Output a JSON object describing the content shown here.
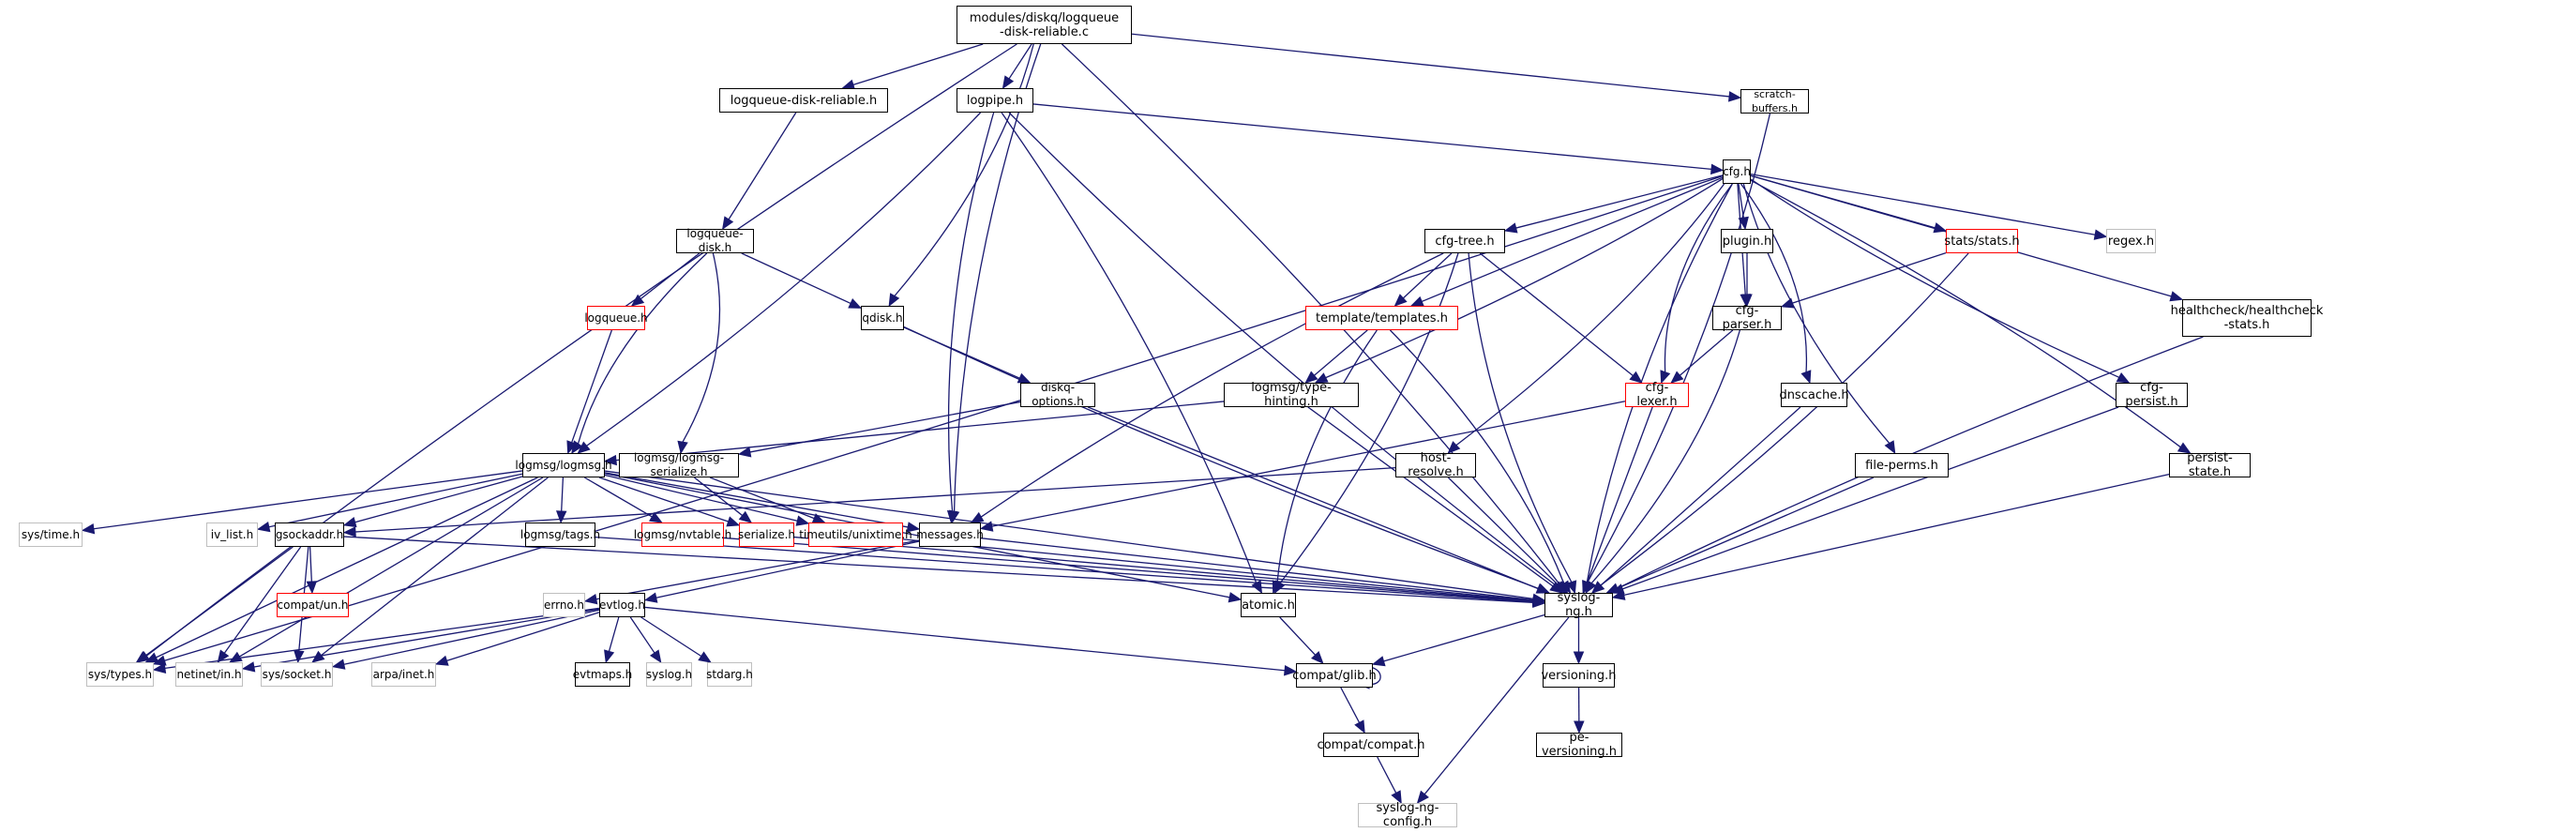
{
  "title": "modules/diskq/logqueue-disk-reliable.c include dependency graph",
  "colors": {
    "edge": "#191970",
    "root_fill": "#bfbfbf",
    "red_border": "#ff0000",
    "gray_border": "#bfbfbf",
    "black_border": "#000000"
  },
  "nodes": [
    {
      "id": "root",
      "label": "modules/diskq/logqueue\n-disk-reliable.c",
      "style": "root"
    },
    {
      "id": "lqdr",
      "label": "logqueue-disk-reliable.h",
      "style": "black"
    },
    {
      "id": "logpipe",
      "label": "logpipe.h",
      "style": "black"
    },
    {
      "id": "scratch",
      "label": "scratch-buffers.h",
      "style": "black"
    },
    {
      "id": "cfg",
      "label": "cfg.h",
      "style": "black"
    },
    {
      "id": "lqd",
      "label": "logqueue-disk.h",
      "style": "black"
    },
    {
      "id": "cfgtree",
      "label": "cfg-tree.h",
      "style": "black"
    },
    {
      "id": "plugin",
      "label": "plugin.h",
      "style": "black"
    },
    {
      "id": "stats",
      "label": "stats/stats.h",
      "style": "red"
    },
    {
      "id": "regex",
      "label": "regex.h",
      "style": "gray"
    },
    {
      "id": "logqueue",
      "label": "logqueue.h",
      "style": "red"
    },
    {
      "id": "qdisk",
      "label": "qdisk.h",
      "style": "black"
    },
    {
      "id": "templates",
      "label": "template/templates.h",
      "style": "red"
    },
    {
      "id": "cfgparser",
      "label": "cfg-parser.h",
      "style": "black"
    },
    {
      "id": "health",
      "label": "healthcheck/healthcheck\n-stats.h",
      "style": "black"
    },
    {
      "id": "diskqopt",
      "label": "diskq-options.h",
      "style": "black"
    },
    {
      "id": "typehint",
      "label": "logmsg/type-hinting.h",
      "style": "black"
    },
    {
      "id": "cfglexer",
      "label": "cfg-lexer.h",
      "style": "red"
    },
    {
      "id": "dnscache",
      "label": "dnscache.h",
      "style": "black"
    },
    {
      "id": "cfgpersist",
      "label": "cfg-persist.h",
      "style": "black"
    },
    {
      "id": "logmsg",
      "label": "logmsg/logmsg.h",
      "style": "black"
    },
    {
      "id": "lmserial",
      "label": "logmsg/logmsg-serialize.h",
      "style": "black"
    },
    {
      "id": "hostres",
      "label": "host-resolve.h",
      "style": "black"
    },
    {
      "id": "fileperms",
      "label": "file-perms.h",
      "style": "black"
    },
    {
      "id": "persist",
      "label": "persist-state.h",
      "style": "black"
    },
    {
      "id": "systime",
      "label": "sys/time.h",
      "style": "gray"
    },
    {
      "id": "ivlist",
      "label": "iv_list.h",
      "style": "gray"
    },
    {
      "id": "gsock",
      "label": "gsockaddr.h",
      "style": "black"
    },
    {
      "id": "tags",
      "label": "logmsg/tags.h",
      "style": "black"
    },
    {
      "id": "nvtable",
      "label": "logmsg/nvtable.h",
      "style": "red"
    },
    {
      "id": "serialize",
      "label": "serialize.h",
      "style": "red"
    },
    {
      "id": "unixtime",
      "label": "timeutils/unixtime.h",
      "style": "red"
    },
    {
      "id": "messages",
      "label": "messages.h",
      "style": "black"
    },
    {
      "id": "compatun",
      "label": "compat/un.h",
      "style": "red"
    },
    {
      "id": "errno",
      "label": "errno.h",
      "style": "gray"
    },
    {
      "id": "evtlog",
      "label": "evtlog.h",
      "style": "black"
    },
    {
      "id": "atomic",
      "label": "atomic.h",
      "style": "black"
    },
    {
      "id": "syslogng",
      "label": "syslog-ng.h",
      "style": "black"
    },
    {
      "id": "systypes",
      "label": "sys/types.h",
      "style": "gray"
    },
    {
      "id": "netinet",
      "label": "netinet/in.h",
      "style": "gray"
    },
    {
      "id": "syssocket",
      "label": "sys/socket.h",
      "style": "gray"
    },
    {
      "id": "arpainet",
      "label": "arpa/inet.h",
      "style": "gray"
    },
    {
      "id": "evtmaps",
      "label": "evtmaps.h",
      "style": "black"
    },
    {
      "id": "syslogh",
      "label": "syslog.h",
      "style": "gray"
    },
    {
      "id": "stdarg",
      "label": "stdarg.h",
      "style": "gray"
    },
    {
      "id": "glib",
      "label": "compat/glib.h",
      "style": "black"
    },
    {
      "id": "compat",
      "label": "compat/compat.h",
      "style": "black"
    },
    {
      "id": "versioning",
      "label": "versioning.h",
      "style": "black"
    },
    {
      "id": "peversioning",
      "label": "pe-versioning.h",
      "style": "black"
    },
    {
      "id": "config",
      "label": "syslog-ng-config.h",
      "style": "gray"
    }
  ],
  "edges": [
    [
      "root",
      "lqdr"
    ],
    [
      "root",
      "logpipe"
    ],
    [
      "root",
      "scratch"
    ],
    [
      "root",
      "qdisk"
    ],
    [
      "root",
      "messages"
    ],
    [
      "root",
      "syslogng"
    ],
    [
      "root",
      "systypes"
    ],
    [
      "lqdr",
      "lqd"
    ],
    [
      "logpipe",
      "cfg"
    ],
    [
      "logpipe",
      "logmsg"
    ],
    [
      "logpipe",
      "messages"
    ],
    [
      "logpipe",
      "atomic"
    ],
    [
      "logpipe",
      "syslogng"
    ],
    [
      "scratch",
      "syslogng"
    ],
    [
      "cfg",
      "cfgtree"
    ],
    [
      "cfg",
      "plugin"
    ],
    [
      "cfg",
      "stats"
    ],
    [
      "cfg",
      "regex"
    ],
    [
      "cfg",
      "templates"
    ],
    [
      "cfg",
      "cfgparser"
    ],
    [
      "cfg",
      "health"
    ],
    [
      "cfg",
      "typehint"
    ],
    [
      "cfg",
      "cfglexer"
    ],
    [
      "cfg",
      "dnscache"
    ],
    [
      "cfg",
      "cfgpersist"
    ],
    [
      "cfg",
      "hostres"
    ],
    [
      "cfg",
      "fileperms"
    ],
    [
      "cfg",
      "persist"
    ],
    [
      "cfg",
      "syslogng"
    ],
    [
      "cfg",
      "systypes"
    ],
    [
      "lqd",
      "logqueue"
    ],
    [
      "lqd",
      "qdisk"
    ],
    [
      "lqd",
      "logmsg"
    ],
    [
      "lqd",
      "lmserial"
    ],
    [
      "cfgtree",
      "templates"
    ],
    [
      "cfgtree",
      "cfglexer"
    ],
    [
      "cfgtree",
      "messages"
    ],
    [
      "cfgtree",
      "atomic"
    ],
    [
      "cfgtree",
      "syslogng"
    ],
    [
      "plugin",
      "cfgparser"
    ],
    [
      "stats",
      "cfgparser"
    ],
    [
      "stats",
      "syslogng"
    ],
    [
      "logqueue",
      "logmsg"
    ],
    [
      "qdisk",
      "diskqopt"
    ],
    [
      "qdisk",
      "syslogng"
    ],
    [
      "templates",
      "typehint"
    ],
    [
      "templates",
      "atomic"
    ],
    [
      "templates",
      "syslogng"
    ],
    [
      "cfgparser",
      "cfglexer"
    ],
    [
      "cfgparser",
      "syslogng"
    ],
    [
      "health",
      "syslogng"
    ],
    [
      "diskqopt",
      "lmserial"
    ],
    [
      "diskqopt",
      "syslogng"
    ],
    [
      "typehint",
      "logmsg"
    ],
    [
      "typehint",
      "syslogng"
    ],
    [
      "cfglexer",
      "messages"
    ],
    [
      "cfglexer",
      "syslogng"
    ],
    [
      "dnscache",
      "syslogng"
    ],
    [
      "cfgpersist",
      "syslogng"
    ],
    [
      "logmsg",
      "systime"
    ],
    [
      "logmsg",
      "ivlist"
    ],
    [
      "logmsg",
      "gsock"
    ],
    [
      "logmsg",
      "tags"
    ],
    [
      "logmsg",
      "nvtable"
    ],
    [
      "logmsg",
      "serialize"
    ],
    [
      "logmsg",
      "unixtime"
    ],
    [
      "logmsg",
      "messages"
    ],
    [
      "logmsg",
      "atomic"
    ],
    [
      "logmsg",
      "syslogng"
    ],
    [
      "logmsg",
      "systypes"
    ],
    [
      "logmsg",
      "netinet"
    ],
    [
      "logmsg",
      "syssocket"
    ],
    [
      "lmserial",
      "serialize"
    ],
    [
      "lmserial",
      "unixtime"
    ],
    [
      "hostres",
      "gsock"
    ],
    [
      "hostres",
      "syslogng"
    ],
    [
      "fileperms",
      "syslogng"
    ],
    [
      "persist",
      "syslogng"
    ],
    [
      "gsock",
      "compatun"
    ],
    [
      "gsock",
      "systypes"
    ],
    [
      "gsock",
      "netinet"
    ],
    [
      "gsock",
      "syssocket"
    ],
    [
      "gsock",
      "syslogng"
    ],
    [
      "tags",
      "syslogng"
    ],
    [
      "nvtable",
      "syslogng"
    ],
    [
      "serialize",
      "syslogng"
    ],
    [
      "unixtime",
      "syslogng"
    ],
    [
      "messages",
      "errno"
    ],
    [
      "messages",
      "evtlog"
    ],
    [
      "messages",
      "syslogng"
    ],
    [
      "evtlog",
      "systypes"
    ],
    [
      "evtlog",
      "netinet"
    ],
    [
      "evtlog",
      "syssocket"
    ],
    [
      "evtlog",
      "arpainet"
    ],
    [
      "evtlog",
      "evtmaps"
    ],
    [
      "evtlog",
      "syslogh"
    ],
    [
      "evtlog",
      "stdarg"
    ],
    [
      "evtlog",
      "glib"
    ],
    [
      "atomic",
      "glib"
    ],
    [
      "syslogng",
      "glib"
    ],
    [
      "syslogng",
      "versioning"
    ],
    [
      "syslogng",
      "config"
    ],
    [
      "glib",
      "glib"
    ],
    [
      "glib",
      "compat"
    ],
    [
      "compat",
      "config"
    ],
    [
      "versioning",
      "peversioning"
    ]
  ]
}
